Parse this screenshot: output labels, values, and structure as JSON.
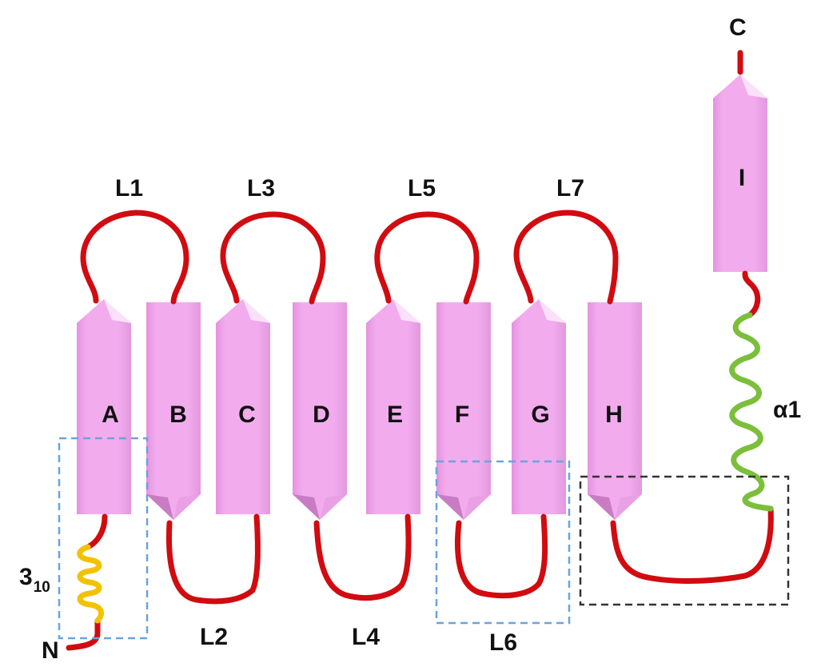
{
  "colors": {
    "strand": "#f0a8ec",
    "strand_dark": "#d682cf",
    "strand_light": "#fbe3fa",
    "loop": "#d10b10",
    "helix_310": "#f2c200",
    "helix_alpha": "#7bbf3a",
    "box_blue": "#6ba3dd",
    "box_black": "#333333"
  },
  "termini": {
    "n": "N",
    "c": "C"
  },
  "strands": [
    {
      "id": "A",
      "label": "A"
    },
    {
      "id": "B",
      "label": "B"
    },
    {
      "id": "C",
      "label": "C"
    },
    {
      "id": "D",
      "label": "D"
    },
    {
      "id": "E",
      "label": "E"
    },
    {
      "id": "F",
      "label": "F"
    },
    {
      "id": "G",
      "label": "G"
    },
    {
      "id": "H",
      "label": "H"
    },
    {
      "id": "I",
      "label": "I"
    }
  ],
  "loops": {
    "l1": "L1",
    "l2": "L2",
    "l3": "L3",
    "l4": "L4",
    "l5": "L5",
    "l6": "L6",
    "l7": "L7"
  },
  "helices": {
    "h310_main": "3",
    "h310_sub": "10",
    "alpha": "α1"
  }
}
